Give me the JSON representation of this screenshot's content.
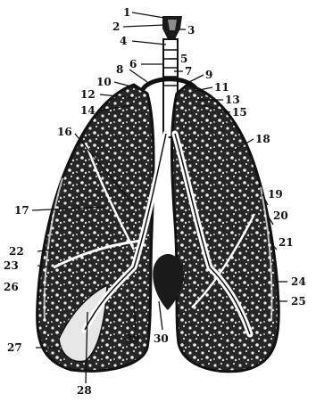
{
  "figure": {
    "labels": [
      "1",
      "2",
      "3",
      "4",
      "5",
      "6",
      "7",
      "8",
      "9",
      "10",
      "11",
      "12",
      "13",
      "14",
      "15",
      "16",
      "17",
      "18",
      "19",
      "20",
      "21",
      "22",
      "23",
      "24",
      "25",
      "26",
      "27",
      "28",
      "29",
      "30"
    ]
  },
  "colors": {
    "ink": "#111111",
    "lung_fill": "#2b2b2b",
    "highlight": "#ffffff",
    "background": "#ffffff"
  }
}
